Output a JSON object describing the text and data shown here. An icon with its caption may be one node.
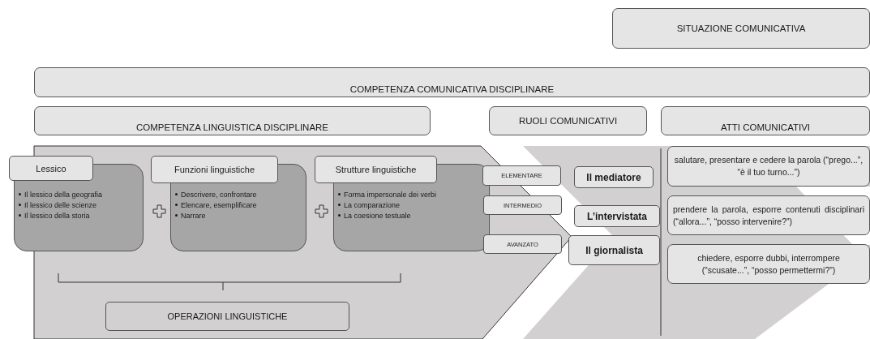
{
  "diagram": {
    "nodes": [
      {
        "text": [
          "SITUAZIONE COMUNICATIVA"
        ]
      },
      {
        "text": [
          "COMPETENZA COMUNICATIVA DISCIPLINARE"
        ]
      },
      {
        "text": [
          "COMPETENZA LINGUISTICA DISCIPLINARE"
        ]
      },
      {
        "text": [
          "RUOLI COMUNICATIVI"
        ]
      },
      {
        "text": [
          "ATTI COMUNICATIVI"
        ]
      },
      {
        "text": [
          "Lessico",
          "Il lessico della geografia",
          "Il lessico delle scienze",
          "Il lessico della storia"
        ]
      },
      {
        "text": [
          "Funzioni linguistiche",
          "Descrivere, confrontare",
          "Elencare, esemplificare",
          "Narrare"
        ]
      },
      {
        "text": [
          "Strutture linguistiche",
          "Forma impersonale dei verbi",
          "La comparazione",
          "La coesione testuale"
        ]
      },
      {
        "text": [
          "ELEMENTARE"
        ]
      },
      {
        "text": [
          "INTERMEDIO"
        ]
      },
      {
        "text": [
          "AVANZATO"
        ]
      },
      {
        "text": [
          "Il mediatore"
        ]
      },
      {
        "text": [
          "L’intervistata"
        ]
      },
      {
        "text": [
          "Il giornalista"
        ]
      },
      {
        "text": [
          "salutare, presentare e cedere la parola (“prego...”, “è il tuo turno...”)"
        ]
      },
      {
        "text": [
          "prendere la parola, esporre contenuti disciplinari (“allora...”, “posso intervenire?”)"
        ]
      },
      {
        "text": [
          "chiedere, esporre dubbi, interrompere (“scusate...”, “posso permettermi?”)"
        ]
      },
      {
        "text": [
          "OPERAZIONI LINGUISTICHE"
        ]
      }
    ]
  }
}
